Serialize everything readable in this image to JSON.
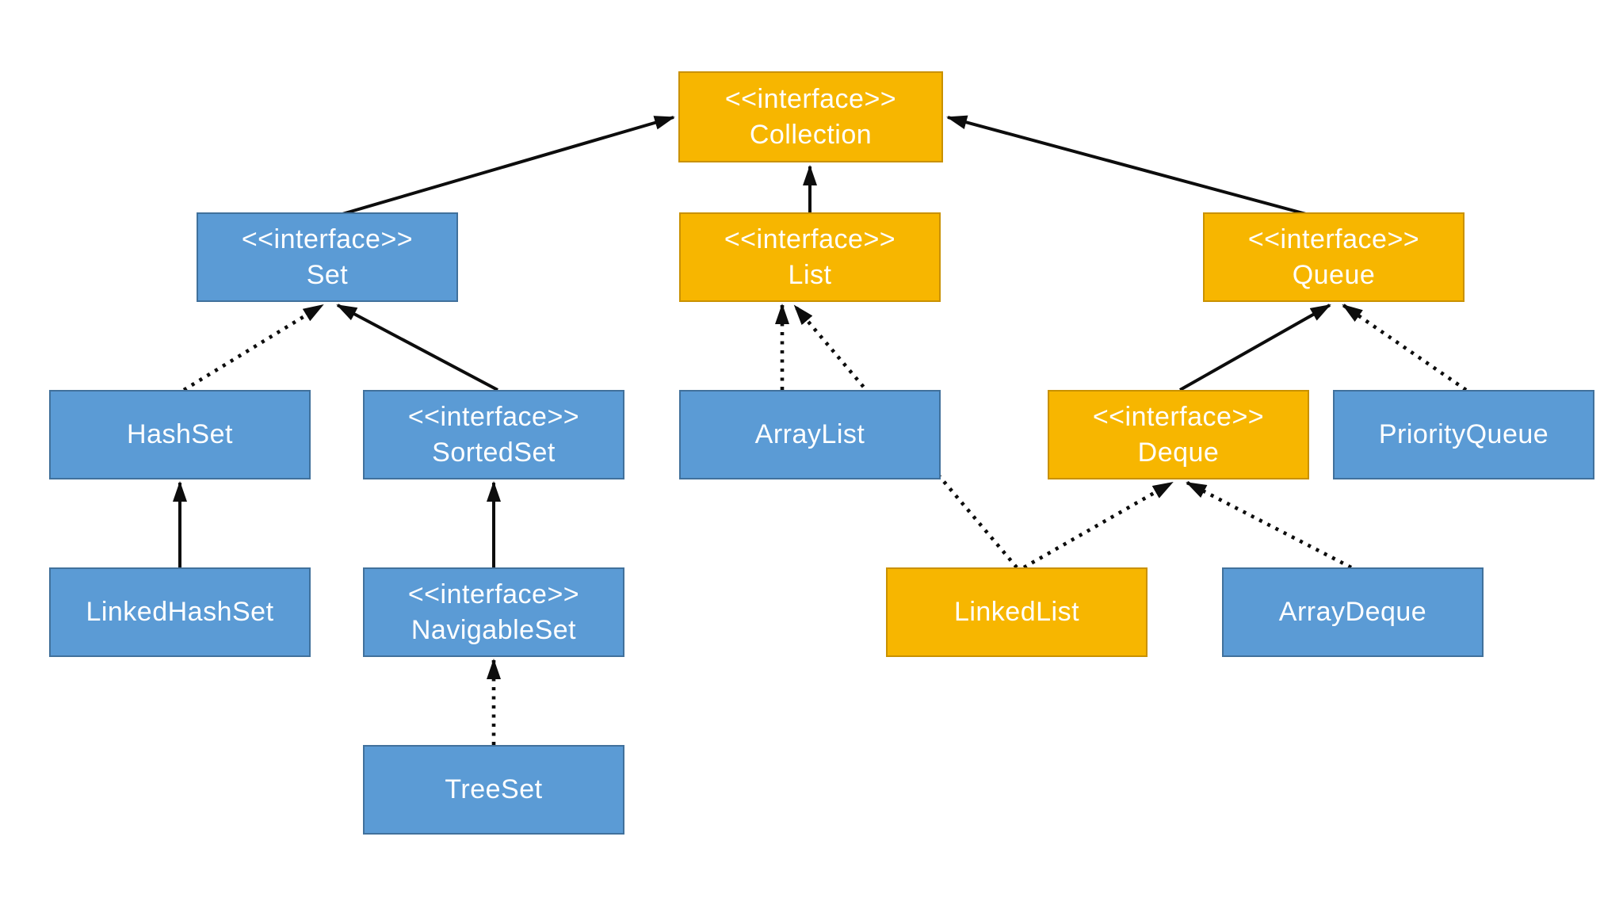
{
  "palette": {
    "blue_fill": "#5B9BD5",
    "blue_border": "#41719C",
    "orange_fill": "#F7B600",
    "orange_border": "#C99100",
    "text_color": "#FFFFFF",
    "line_color": "#0D0D0D",
    "background": "#FFFFFF"
  },
  "nodes": {
    "collection": {
      "stereotype": "<<interface>>",
      "label": "Collection",
      "color": "orange"
    },
    "set": {
      "stereotype": "<<interface>>",
      "label": "Set",
      "color": "blue"
    },
    "list": {
      "stereotype": "<<interface>>",
      "label": "List",
      "color": "orange"
    },
    "queue": {
      "stereotype": "<<interface>>",
      "label": "Queue",
      "color": "orange"
    },
    "hashset": {
      "label": "HashSet",
      "color": "blue"
    },
    "sortedset": {
      "stereotype": "<<interface>>",
      "label": "SortedSet",
      "color": "blue"
    },
    "arraylist": {
      "label": "ArrayList",
      "color": "blue"
    },
    "deque": {
      "stereotype": "<<interface>>",
      "label": "Deque",
      "color": "orange"
    },
    "priorityqueue": {
      "label": "PriorityQueue",
      "color": "blue"
    },
    "linkedhashset": {
      "label": "LinkedHashSet",
      "color": "blue"
    },
    "navigableset": {
      "stereotype": "<<interface>>",
      "label": "NavigableSet",
      "color": "blue"
    },
    "linkedlist": {
      "label": "LinkedList",
      "color": "orange"
    },
    "arraydeque": {
      "label": "ArrayDeque",
      "color": "blue"
    },
    "treeset": {
      "label": "TreeSet",
      "color": "blue"
    }
  },
  "edges": [
    {
      "from": "Set",
      "to": "Collection",
      "style": "solid"
    },
    {
      "from": "List",
      "to": "Collection",
      "style": "solid"
    },
    {
      "from": "Queue",
      "to": "Collection",
      "style": "solid"
    },
    {
      "from": "HashSet",
      "to": "Set",
      "style": "dotted"
    },
    {
      "from": "SortedSet",
      "to": "Set",
      "style": "solid"
    },
    {
      "from": "ArrayList",
      "to": "List",
      "style": "dotted"
    },
    {
      "from": "LinkedList",
      "to": "List",
      "style": "dotted"
    },
    {
      "from": "Deque",
      "to": "Queue",
      "style": "solid"
    },
    {
      "from": "PriorityQueue",
      "to": "Queue",
      "style": "dotted"
    },
    {
      "from": "LinkedHashSet",
      "to": "HashSet",
      "style": "solid"
    },
    {
      "from": "NavigableSet",
      "to": "SortedSet",
      "style": "solid"
    },
    {
      "from": "TreeSet",
      "to": "NavigableSet",
      "style": "dotted"
    },
    {
      "from": "LinkedList",
      "to": "Deque",
      "style": "dotted"
    },
    {
      "from": "ArrayDeque",
      "to": "Deque",
      "style": "dotted"
    }
  ]
}
